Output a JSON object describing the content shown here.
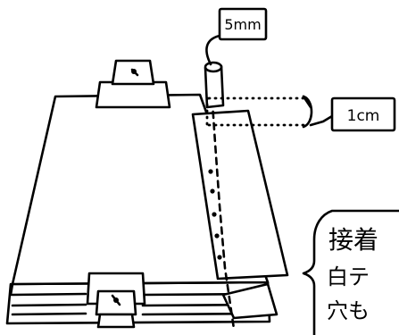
{
  "labels": {
    "width_5mm": "5mm",
    "width_1cm": "1cm"
  },
  "note": {
    "title": "接着",
    "line1": "白テ",
    "line2": "穴も"
  }
}
